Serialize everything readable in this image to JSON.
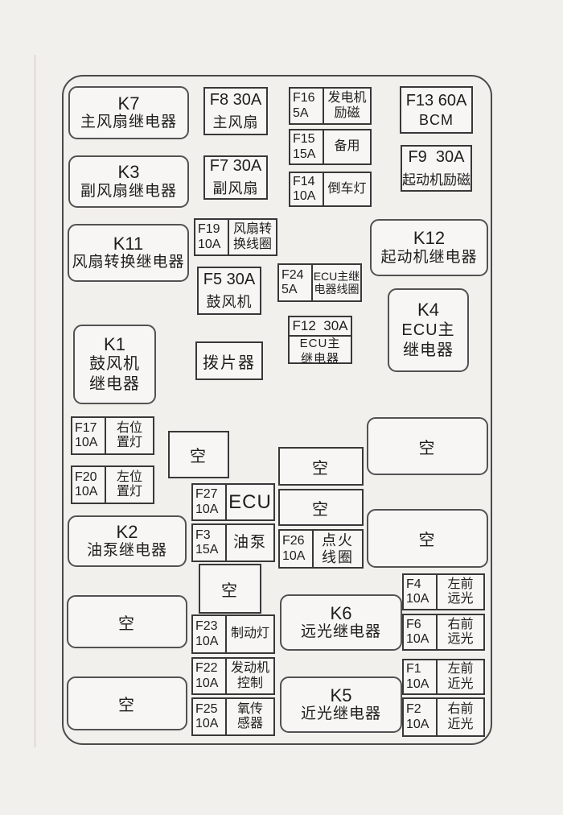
{
  "palette": {
    "background": "#f2f0ed",
    "line": "#383838",
    "text": "#1e1e1e"
  },
  "misc": {
    "empty": "空",
    "paddle": "拨片器"
  },
  "relays": {
    "k7": {
      "id": "K7",
      "name": "主风扇继电器"
    },
    "k3": {
      "id": "K3",
      "name": "副风扇继电器"
    },
    "k11": {
      "id": "K11",
      "name": "风扇转换继电器"
    },
    "k1": {
      "id": "K1",
      "line1": "鼓风机",
      "line2": "继电器"
    },
    "k2": {
      "id": "K2",
      "name": "油泵继电器"
    },
    "k12": {
      "id": "K12",
      "name": "起动机继电器"
    },
    "k4": {
      "id": "K4",
      "line1": "ECU主",
      "line2": "继电器"
    },
    "k6": {
      "id": "K6",
      "name": "远光继电器"
    },
    "k5": {
      "id": "K5",
      "name": "近光继电器"
    }
  },
  "fuses_large": {
    "f8": {
      "id": "F8 30A",
      "name": "主风扇"
    },
    "f7": {
      "id": "F7 30A",
      "name": "副风扇"
    },
    "f5": {
      "id": "F5 30A",
      "name": "鼓风机"
    },
    "f13": {
      "id": "F13 60A",
      "name": "BCM"
    },
    "f9": {
      "id": "F9  30A",
      "name": "起动机励磁"
    },
    "f12": {
      "id": "F12  30A",
      "line1": "ECU主",
      "line2": "继电器"
    }
  },
  "fuses_small": {
    "f16": {
      "id": "F16",
      "amp": "5A",
      "line1": "发电机",
      "line2": "励磁"
    },
    "f15": {
      "id": "F15",
      "amp": "15A",
      "line1": "备用"
    },
    "f14": {
      "id": "F14",
      "amp": "10A",
      "line1": "倒车灯"
    },
    "f19": {
      "id": "F19",
      "amp": "10A",
      "line1": "风扇转",
      "line2": "换线圈"
    },
    "f24": {
      "id": "F24",
      "amp": "5A",
      "line1": "ECU主继",
      "line2": "电器线圈"
    },
    "f17": {
      "id": "F17",
      "amp": "10A",
      "line1": "右位",
      "line2": "置灯"
    },
    "f20": {
      "id": "F20",
      "amp": "10A",
      "line1": "左位",
      "line2": "置灯"
    },
    "f27": {
      "id": "F27",
      "amp": "10A",
      "line1": "ECU"
    },
    "f3": {
      "id": "F3",
      "amp": "15A",
      "line1": "油泵"
    },
    "f26": {
      "id": "F26",
      "amp": "10A",
      "line1": "点火",
      "line2": "线圈"
    },
    "f23": {
      "id": "F23",
      "amp": "10A",
      "line1": "制动灯"
    },
    "f22": {
      "id": "F22",
      "amp": "10A",
      "line1": "发动机",
      "line2": "控制"
    },
    "f25": {
      "id": "F25",
      "amp": "10A",
      "line1": "氧传",
      "line2": "感器"
    },
    "f4": {
      "id": "F4",
      "amp": "10A",
      "line1": "左前",
      "line2": "远光"
    },
    "f6": {
      "id": "F6",
      "amp": "10A",
      "line1": "右前",
      "line2": "远光"
    },
    "f1": {
      "id": "F1",
      "amp": "10A",
      "line1": "左前",
      "line2": "近光"
    },
    "f2": {
      "id": "F2",
      "amp": "10A",
      "line1": "右前",
      "line2": "近光"
    }
  }
}
